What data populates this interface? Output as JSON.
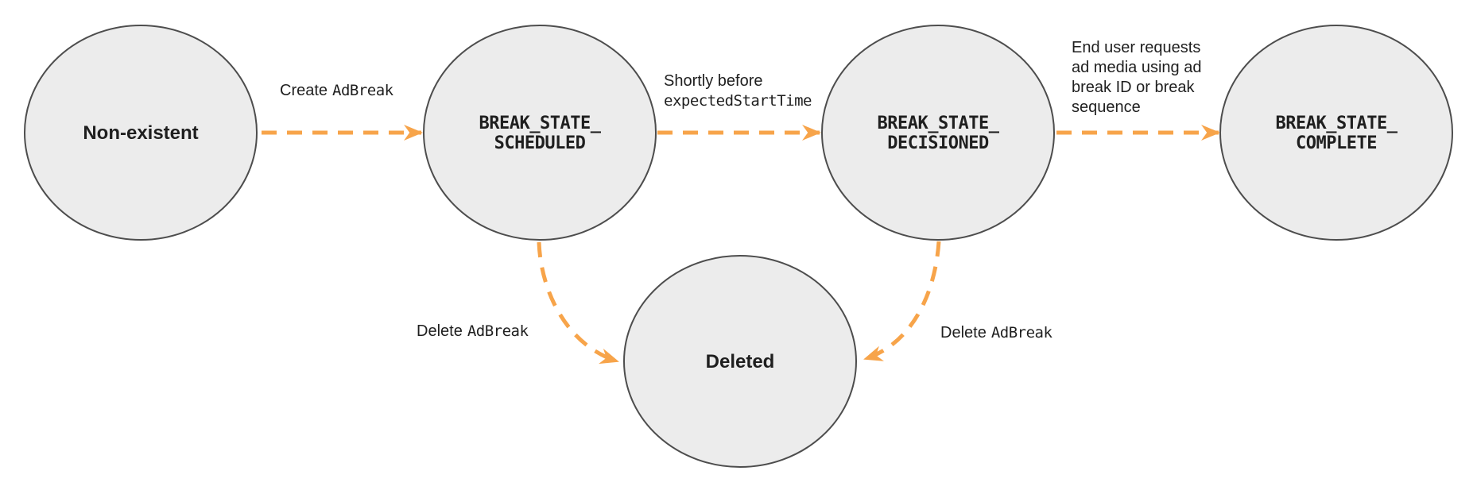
{
  "colors": {
    "arrow": "#F7A44A",
    "node_fill": "#ECECEC",
    "node_stroke": "#4D4D4D",
    "text": "#1F1F1F",
    "background": "#FFFFFF"
  },
  "states": {
    "non_existent": {
      "label": "Non-existent"
    },
    "scheduled": {
      "line1": "BREAK_STATE_",
      "line2": "SCHEDULED"
    },
    "decisioned": {
      "line1": "BREAK_STATE_",
      "line2": "DECISIONED"
    },
    "complete": {
      "line1": "BREAK_STATE_",
      "line2": "COMPLETE"
    },
    "deleted": {
      "label": "Deleted"
    }
  },
  "transitions": {
    "create": {
      "sans": "Create",
      "mono": "AdBreak"
    },
    "shortly": {
      "line1_sans": "Shortly before",
      "line2_mono": "expectedStartTime"
    },
    "end_user": {
      "lines": [
        "End user requests",
        "ad media using ad",
        "break ID or break",
        "sequence"
      ]
    },
    "delete_from_scheduled": {
      "sans": "Delete",
      "mono": "AdBreak"
    },
    "delete_from_decisioned": {
      "sans": "Delete",
      "mono": "AdBreak"
    }
  }
}
